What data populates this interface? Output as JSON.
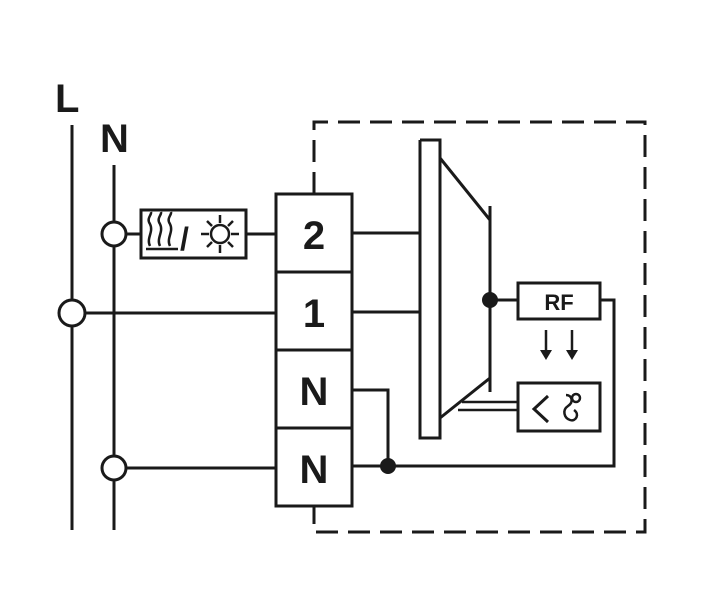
{
  "rails": {
    "l_label": "L",
    "n_label": "N"
  },
  "terminals": [
    "2",
    "1",
    "N",
    "N"
  ],
  "relay": {
    "rf_label": "RF"
  },
  "load": {
    "icon": "heating-cooling-icon",
    "separator": "/"
  },
  "sensor": {
    "icon": "temperature-sensor-icon"
  },
  "colors": {
    "line": "#1a1a1a",
    "background": "#ffffff"
  }
}
